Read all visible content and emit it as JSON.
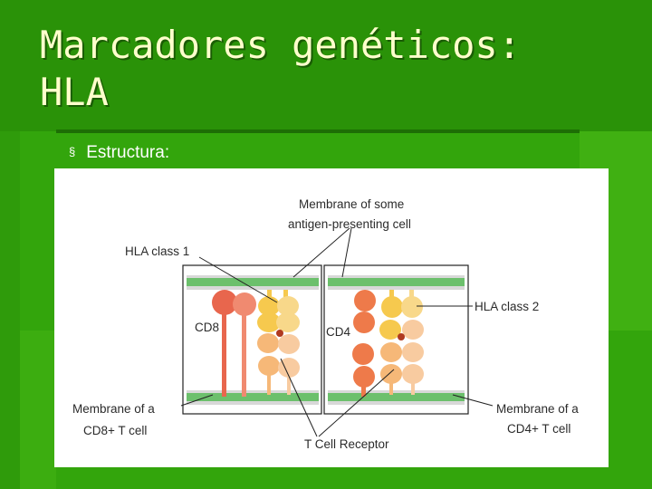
{
  "slide": {
    "title_line1": "Marcadores genéticos:",
    "title_line2": "HLA",
    "bullet": "Estructura:"
  },
  "figure": {
    "label_membrane_apc_1": "Membrane of some",
    "label_membrane_apc_2": "antigen-presenting cell",
    "label_hla_class1": "HLA class 1",
    "label_hla_class2": "HLA class 2",
    "label_cd8": "CD8",
    "label_cd4": "CD4",
    "label_membrane_cd8_1": "Membrane of a",
    "label_membrane_cd8_2": "CD8+ T cell",
    "label_membrane_cd4_1": "Membrane of a",
    "label_membrane_cd4_2": "CD4+ T cell",
    "label_tcr": "T Cell Receptor"
  },
  "colors": {
    "background": "#2f9b0b",
    "title": "#ffffcc",
    "membrane_green": "#6cc06c",
    "hla_yellow": "#f6c94e",
    "hla_peach": "#f6b878",
    "tcr_orange": "#ee7a4a",
    "cd_red": "#e8664d"
  }
}
